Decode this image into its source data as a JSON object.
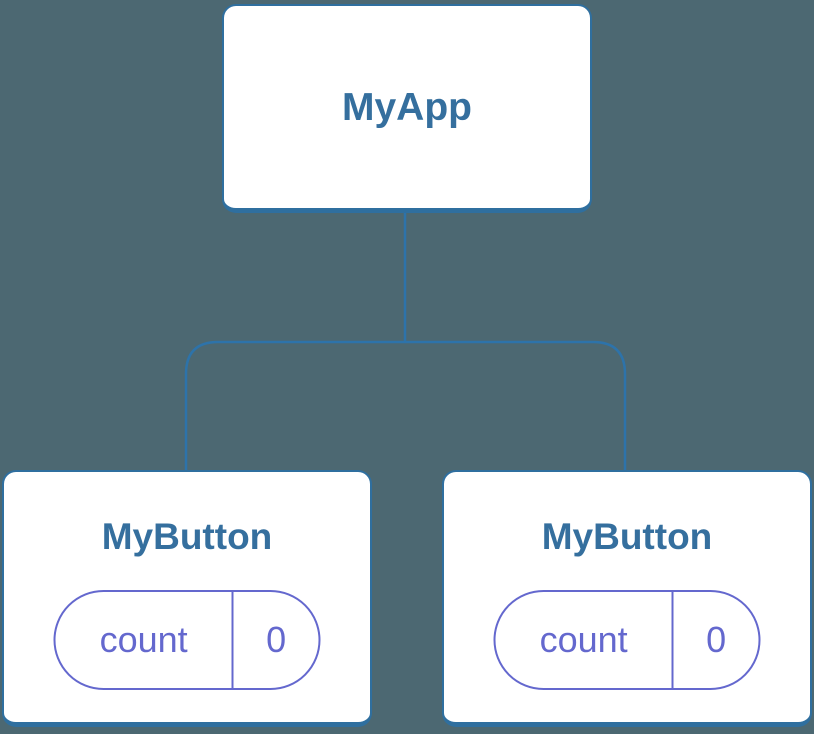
{
  "diagram": {
    "root": {
      "label": "MyApp"
    },
    "children": [
      {
        "label": "MyButton",
        "state": {
          "key": "count",
          "value": "0"
        }
      },
      {
        "label": "MyButton",
        "state": {
          "key": "count",
          "value": "0"
        }
      }
    ]
  },
  "colors": {
    "background": "#4C6872",
    "card_background": "#FFFFFF",
    "card_border": "#2F6F9F",
    "title_text": "#356F9E",
    "connector_line": "#2D73AA",
    "state_accent": "#6468CE"
  }
}
